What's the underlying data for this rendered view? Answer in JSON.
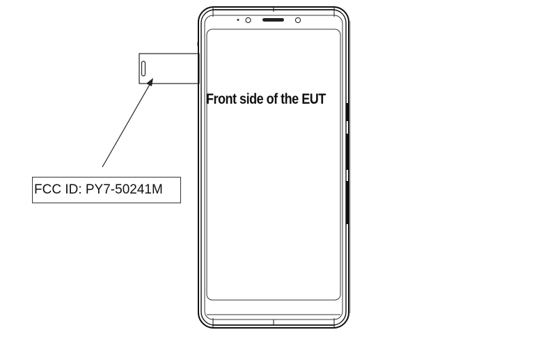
{
  "diagram": {
    "title": "Front side of the EUT",
    "label": {
      "text": "FCC ID: PY7-50241M",
      "points_to": "sim-tray"
    },
    "colors": {
      "line": "#111111",
      "thin_line": "#555555",
      "background": "#ffffff"
    }
  }
}
